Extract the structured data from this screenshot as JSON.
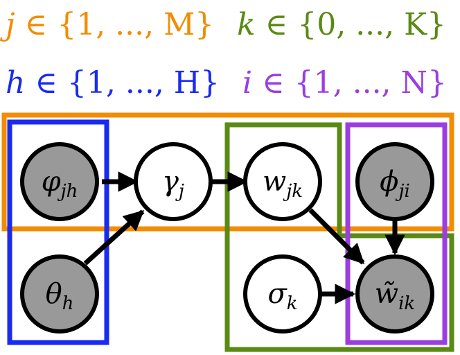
{
  "colors": {
    "orange": "#f28c00",
    "green": "#5a8a14",
    "blue": "#1a2bf0",
    "purple": "#9a3ee0",
    "observed_fill": "#999999",
    "latent_fill": "#ffffff",
    "stroke": "#000000"
  },
  "index_sets": {
    "j": {
      "variable": "j",
      "set": "∈ {1, ..., M}"
    },
    "k": {
      "variable": "k",
      "set": "∈ {0, ..., K}"
    },
    "h": {
      "variable": "h",
      "set": "∈ {1, ..., H}"
    },
    "i": {
      "variable": "i",
      "set": "∈ {1, ..., N}"
    }
  },
  "nodes": {
    "varphi": {
      "symbol": "φ",
      "subscript": "jh",
      "observed": true
    },
    "gamma": {
      "symbol": "γ",
      "subscript": "j",
      "observed": false
    },
    "w": {
      "symbol": "w",
      "subscript": "jk",
      "observed": false
    },
    "phi": {
      "symbol": "ϕ",
      "subscript": "ji",
      "observed": true
    },
    "theta": {
      "symbol": "θ",
      "subscript": "h",
      "observed": true
    },
    "sigma": {
      "symbol": "σ",
      "subscript": "k",
      "observed": false
    },
    "wtilde": {
      "symbol": "w̃",
      "subscript": "ik",
      "observed": true
    }
  },
  "edges": [
    {
      "from": "varphi",
      "to": "gamma"
    },
    {
      "from": "theta",
      "to": "gamma"
    },
    {
      "from": "gamma",
      "to": "w"
    },
    {
      "from": "w",
      "to": "wtilde"
    },
    {
      "from": "phi",
      "to": "wtilde"
    },
    {
      "from": "sigma",
      "to": "wtilde"
    }
  ]
}
